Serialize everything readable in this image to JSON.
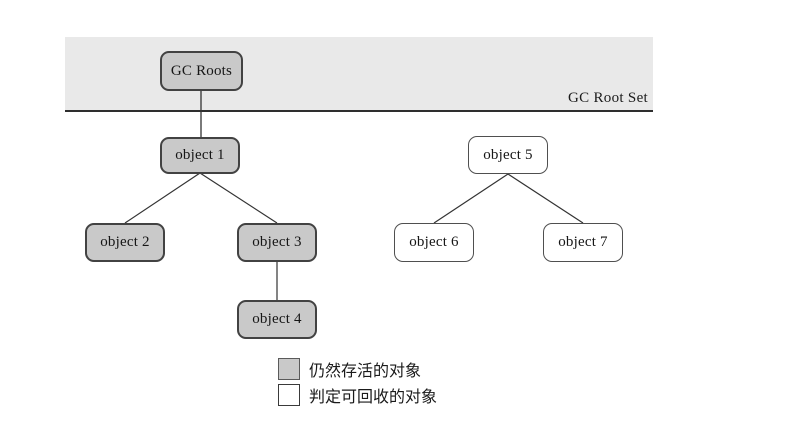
{
  "diagram": {
    "title_semantic": "GC Roots reachability diagram",
    "banner": {
      "label": "GC Root Set"
    },
    "nodes": {
      "gc_roots": {
        "label": "GC Roots",
        "status": "alive"
      },
      "object1": {
        "label": "object 1",
        "status": "alive"
      },
      "object2": {
        "label": "object 2",
        "status": "alive"
      },
      "object3": {
        "label": "object 3",
        "status": "alive"
      },
      "object4": {
        "label": "object 4",
        "status": "alive"
      },
      "object5": {
        "label": "object 5",
        "status": "recyclable"
      },
      "object6": {
        "label": "object 6",
        "status": "recyclable"
      },
      "object7": {
        "label": "object 7",
        "status": "recyclable"
      }
    },
    "edges": [
      [
        "GC Roots",
        "object 1"
      ],
      [
        "object 1",
        "object 2"
      ],
      [
        "object 1",
        "object 3"
      ],
      [
        "object 3",
        "object 4"
      ],
      [
        "object 5",
        "object 6"
      ],
      [
        "object 5",
        "object 7"
      ]
    ],
    "legend": [
      {
        "swatch": "alive",
        "label": "仍然存活的对象"
      },
      {
        "swatch": "recyclable",
        "label": "判定可回收的对象"
      }
    ],
    "colors": {
      "banner_fill": "#e9e9e9",
      "alive_fill": "#c9c9c9",
      "recyclable_fill": "#ffffff",
      "node_border": "#424242",
      "edge_line": "#333333",
      "text": "#1a1a1a"
    }
  }
}
